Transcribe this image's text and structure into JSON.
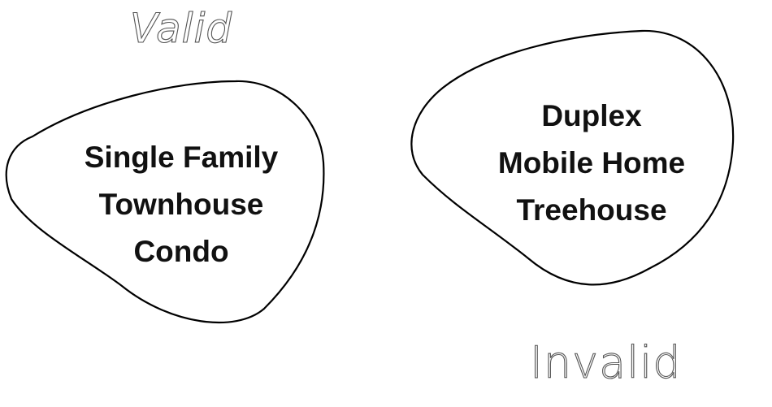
{
  "valid": {
    "label": "Valid",
    "items": [
      "Single Family",
      "Townhouse",
      "Condo"
    ]
  },
  "invalid": {
    "label": "Invalid",
    "items": [
      "Duplex",
      "Mobile Home",
      "Treehouse"
    ]
  },
  "colors": {
    "outline": "#000000",
    "item_text": "#111111",
    "label_stroke": "#555555"
  }
}
